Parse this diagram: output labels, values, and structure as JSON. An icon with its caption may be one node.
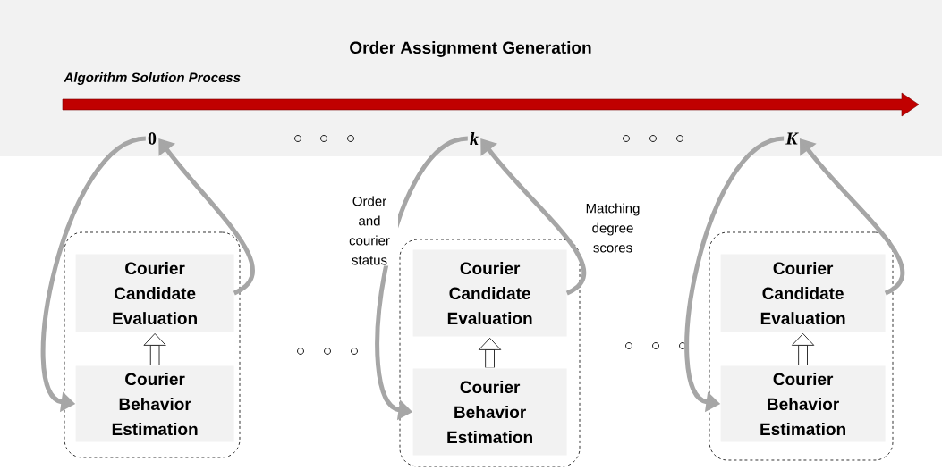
{
  "diagram": {
    "title": "Order Assignment Generation",
    "nodes": [
      {
        "text": [
          "0"
        ]
      },
      {
        "text": [
          "k"
        ]
      },
      {
        "text": [
          "K"
        ]
      },
      {
        "text": [],
        "shape": "box"
      },
      {
        "text": [
          "Courier Candidate Evaluation"
        ],
        "in": 3
      },
      {
        "text": [
          "Courier Behavior Estimation"
        ],
        "in": 3
      },
      {
        "text": [],
        "shape": "box"
      },
      {
        "text": [
          "Courier Candidate Evaluation"
        ],
        "in": 6
      },
      {
        "text": [
          "Courier Behavior Estimation"
        ],
        "in": 6
      },
      {
        "text": [],
        "shape": "box"
      },
      {
        "text": [
          "Courier Candidate Evaluation"
        ],
        "in": 9
      },
      {
        "text": [
          "Courier Behavior Estimation"
        ],
        "in": 9
      }
    ],
    "edges": [
      {
        "from": 0,
        "to": 5,
        "arrow": "to"
      },
      {
        "from": 5,
        "to": 4,
        "arrow": "to",
        "style": "thick",
        "color": "#000000"
      },
      {
        "from": 4,
        "to": 0,
        "arrow": "to"
      },
      {
        "from": 1,
        "to": 8,
        "arrow": "to",
        "label": "Order and courier status"
      },
      {
        "from": 8,
        "to": 7,
        "arrow": "to",
        "style": "thick",
        "color": "#000000"
      },
      {
        "from": 7,
        "to": 1,
        "arrow": "to",
        "label": "Matching degree scores"
      },
      {
        "from": 2,
        "to": 11,
        "arrow": "to"
      },
      {
        "from": 11,
        "to": 10,
        "arrow": "to",
        "style": "thick",
        "color": "#000000"
      },
      {
        "from": 10,
        "to": 2,
        "arrow": "to"
      }
    ],
    "labels": [
      "Algorithm Solution Process"
    ]
  }
}
